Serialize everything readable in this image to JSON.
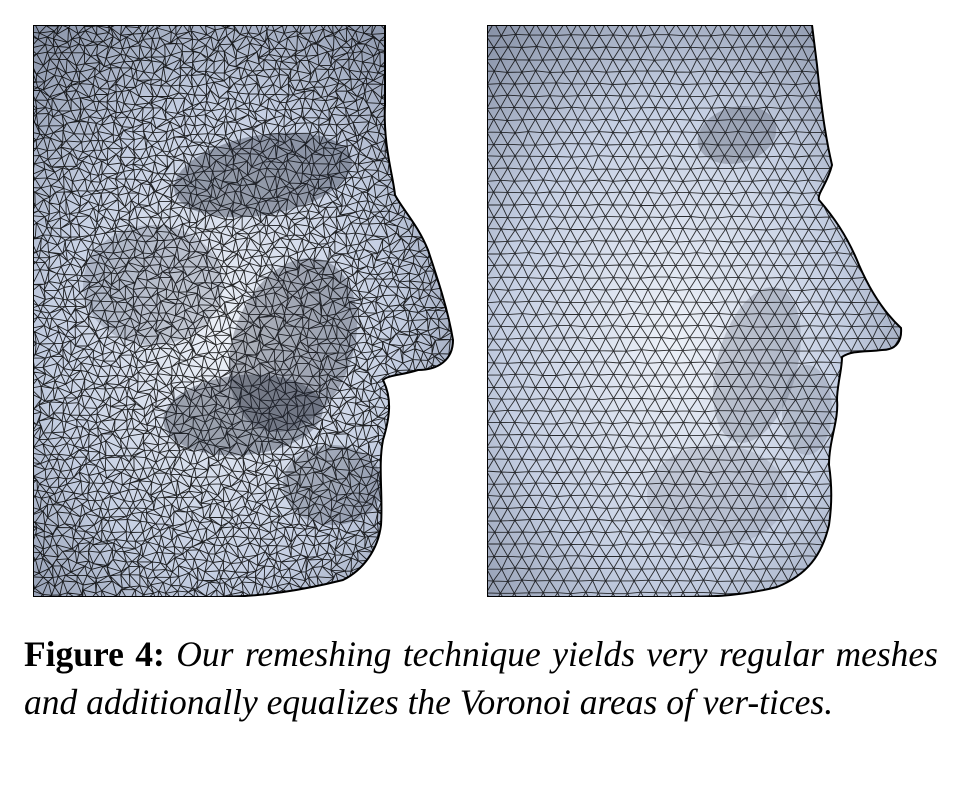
{
  "figure": {
    "panels": [
      {
        "id": "left",
        "description_icon": "irregular-mesh-face"
      },
      {
        "id": "right",
        "description_icon": "regular-remeshed-face"
      }
    ],
    "colors": {
      "mesh_fill": "#c5cfe3",
      "mesh_shadow": "#7d879c",
      "mesh_highlight": "#edf1f8",
      "wire": "#000000"
    },
    "caption": {
      "label": "Figure 4:",
      "text": "Our remeshing technique yields very regular meshes and additionally equalizes the Voronoi areas of ver-tices."
    }
  }
}
